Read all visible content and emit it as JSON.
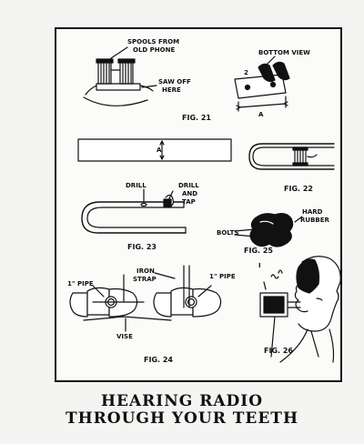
{
  "labels": {
    "spools": "SPOOLS FROM",
    "old_phone": "OLD PHONE",
    "saw_off": "SAW OFF",
    "here": "HERE",
    "bottom_view": "BOTTOM VIEW",
    "num_2": "2",
    "dim_a": "A",
    "drill": "DRILL",
    "drill_and_tap_1": "DRILL",
    "drill_and_tap_2": "AND",
    "drill_and_tap_3": "TAP",
    "hard": "HARD",
    "rubber": "RUBBER",
    "bolts": "BOLTS",
    "iron": "IRON",
    "strap": "STRAP",
    "pipe_left": "1\" PIPE",
    "pipe_right": "1\" PIPE",
    "vise": "VISE",
    "roman_one": "I"
  },
  "figures": {
    "fig21": "FIG. 21",
    "fig22": "FIG. 22",
    "fig23": "FIG. 23",
    "fig24": "FIG. 24",
    "fig25": "FIG. 25",
    "fig26": "FIG. 26"
  },
  "caption": {
    "line1": "HEARING RADIO",
    "line2": "THROUGH YOUR TEETH"
  }
}
